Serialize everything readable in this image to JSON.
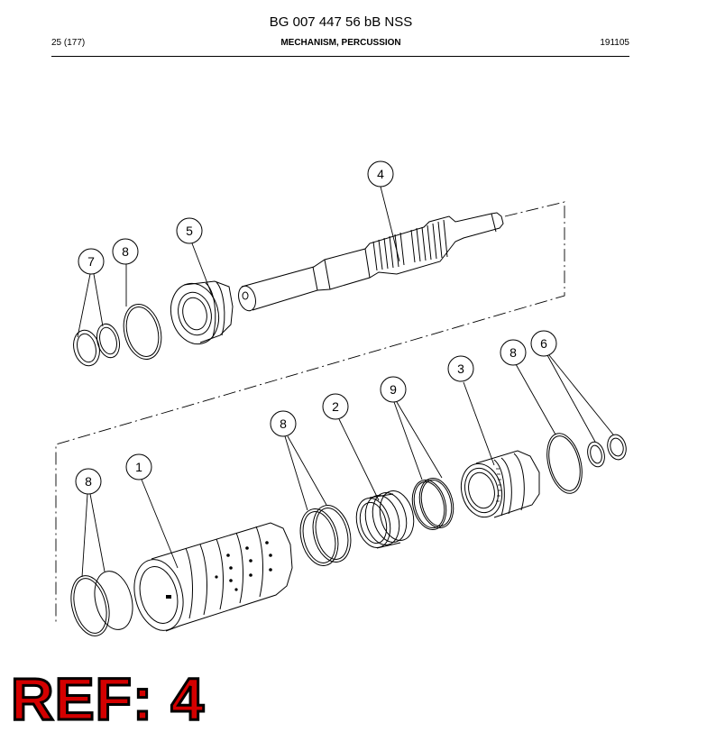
{
  "header": {
    "doc_title": "BG 007 447 56 bB NSS",
    "page_number": "25 (177)",
    "section_title": "MECHANISM, PERCUSSION",
    "doc_code": "191105"
  },
  "callouts": {
    "c1": "1",
    "c2": "2",
    "c3": "3",
    "c4": "4",
    "c5": "5",
    "c6": "6",
    "c7": "7",
    "c8a": "8",
    "c8b": "8",
    "c8c": "8",
    "c8d": "8",
    "c9": "9"
  },
  "ref_label": "REF: 4",
  "colors": {
    "ref_fill": "#d40000",
    "ref_outline": "#000000",
    "line": "#000000"
  }
}
